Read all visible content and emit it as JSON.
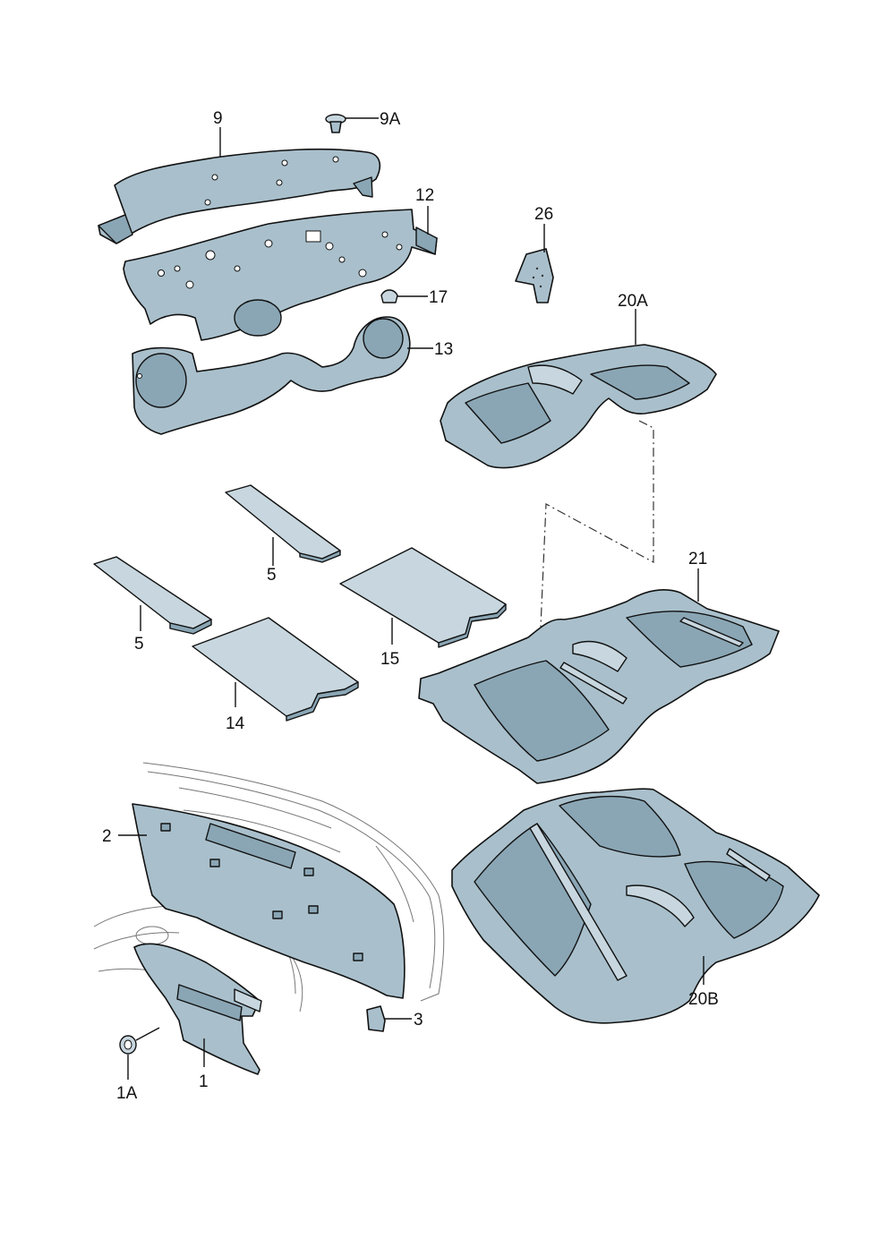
{
  "labels": {
    "p9": "9",
    "p9a": "9A",
    "p12": "12",
    "p17": "17",
    "p13": "13",
    "p26": "26",
    "p20a": "20A",
    "p5_upper": "5",
    "p5_lower": "5",
    "p15": "15",
    "p14": "14",
    "p21": "21",
    "p2": "2",
    "p3": "3",
    "p1": "1",
    "p1a": "1A",
    "p20b": "20B"
  }
}
